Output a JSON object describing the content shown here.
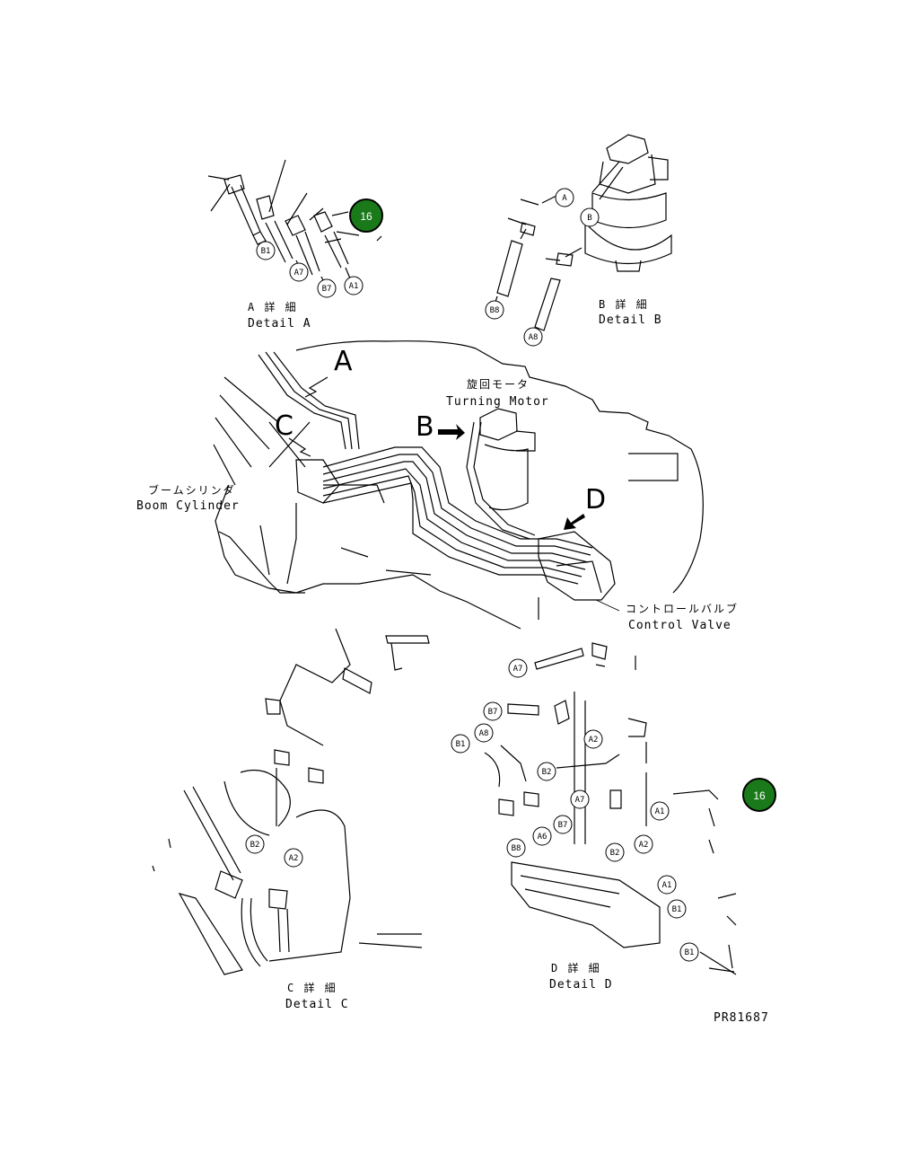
{
  "labels": {
    "detail_a_jp": "A 詳 細",
    "detail_a_en": "Detail A",
    "detail_b_jp": "B 詳 細",
    "detail_b_en": "Detail B",
    "detail_c_jp": "C 詳 細",
    "detail_c_en": "Detail C",
    "detail_d_jp": "D 詳 細",
    "detail_d_en": "Detail D",
    "turning_motor_jp": "旋回モータ",
    "turning_motor_en": "Turning Motor",
    "boom_cylinder_jp": "ブームシリンダ",
    "boom_cylinder_en": "Boom Cylinder",
    "control_valve_jp": "コントロールバルブ",
    "control_valve_en": "Control Valve",
    "view_a": "A",
    "view_b": "B",
    "view_c": "C",
    "view_d": "D",
    "drawing_number": "PR81687"
  },
  "callouts": {
    "a_b1": "B1",
    "a_a7": "A7",
    "a_b7": "B7",
    "a_a1": "A1",
    "b_a": "A",
    "b_b": "B",
    "b_b8": "B8",
    "b_a8": "A8",
    "c_b2": "B2",
    "c_a2": "A2",
    "d_a7": "A7",
    "d_b7": "B7",
    "d_a8": "A8",
    "d_b1": "B1",
    "d_a2": "A2",
    "d_b2": "B2",
    "d_a7b": "A7",
    "d_b7b": "B7",
    "d_a6": "A6",
    "d_b8": "B8",
    "d_b2b": "B2",
    "d_a2b": "A2",
    "d_a1": "A1",
    "d_a1b": "A1",
    "d_b1b": "B1",
    "d_b1c": "B1"
  },
  "badges": {
    "badge_1": "16",
    "badge_2": "16"
  },
  "colors": {
    "badge_fill": "#1a7a1a",
    "line": "#000000",
    "background": "#ffffff"
  }
}
